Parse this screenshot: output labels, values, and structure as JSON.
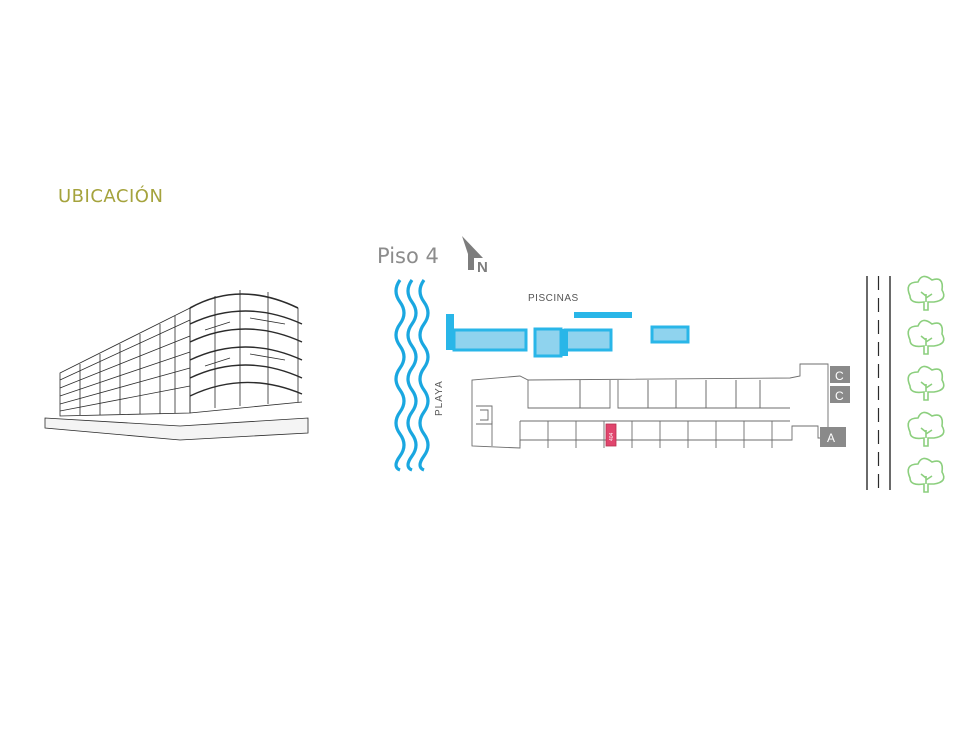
{
  "section_title": "UBICACIÓN",
  "floor_label": "Piso 4",
  "compass": {
    "letter": "N"
  },
  "labels": {
    "pools": "PISCINAS",
    "beach": "PLAYA"
  },
  "units": {
    "highlighted": "404"
  },
  "markers": [
    {
      "letter": "C"
    },
    {
      "letter": "C"
    },
    {
      "letter": "A"
    }
  ],
  "colors": {
    "accent_title": "#a5a33d",
    "pool": "#29b6e8",
    "pool_fill": "#8fd3ee",
    "water": "#1aa7e0",
    "highlight_unit": "#e0456d",
    "tree": "#8ccf7e",
    "marker": "#8a8a8a"
  }
}
